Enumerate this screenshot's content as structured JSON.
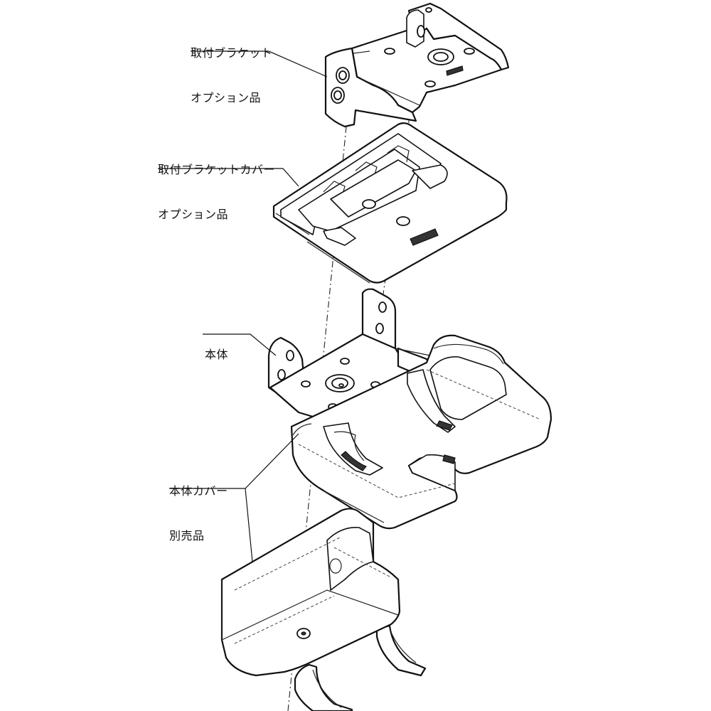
{
  "labels": {
    "bracket": {
      "line1": "取付ブラケット",
      "line2": "オプション品"
    },
    "bracket_cover": {
      "line1": "取付ブラケットカバー",
      "line2": "オプション品"
    },
    "body": {
      "line1": "本体"
    },
    "body_cover": {
      "line1": "本体カバー",
      "line2": "別売品"
    }
  },
  "colors": {
    "line": "#111111",
    "background": "#ffffff"
  }
}
